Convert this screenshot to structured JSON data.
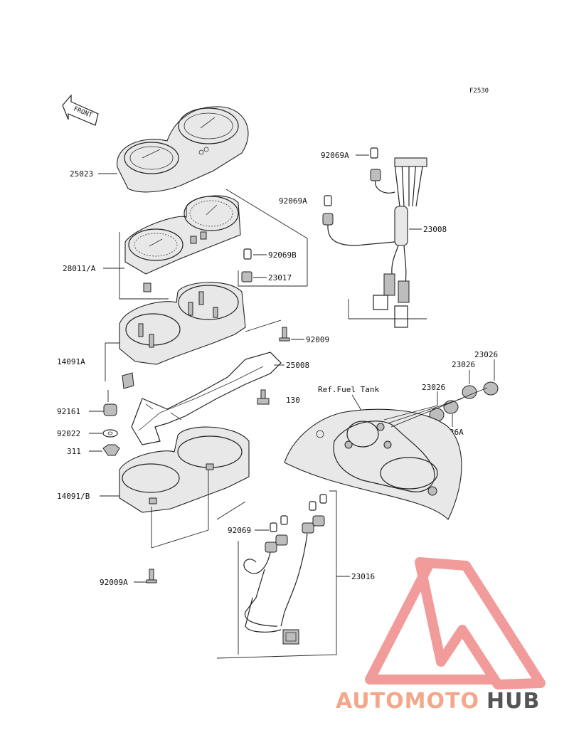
{
  "figure_code": "F2530",
  "front_arrow": "FRONT",
  "ref_note": "Ref.Fuel Tank",
  "callouts": {
    "c25023": "25023",
    "c92069A_top": "92069A",
    "c92069A_mid": "92069A",
    "c23008": "23008",
    "c28011A": "28011/A",
    "c92069B": "92069B",
    "c23017": "23017",
    "c92009": "92009",
    "c14091A": "14091A",
    "c25008": "25008",
    "c130": "130",
    "c23026_a": "23026",
    "c23026_b": "23026",
    "c23026_c": "23026",
    "c23026A": "23026A",
    "c92161": "92161",
    "c92022": "92022",
    "c311": "311",
    "c14091B": "14091/B",
    "c92069": "92069",
    "c23016": "23016",
    "c92009A": "92009A"
  },
  "watermark": {
    "part1": "AUTOMOTO",
    "part2": "HUB",
    "color1": "#f4a78a",
    "color2": "#555555",
    "logo_color": "#f08a8a"
  }
}
